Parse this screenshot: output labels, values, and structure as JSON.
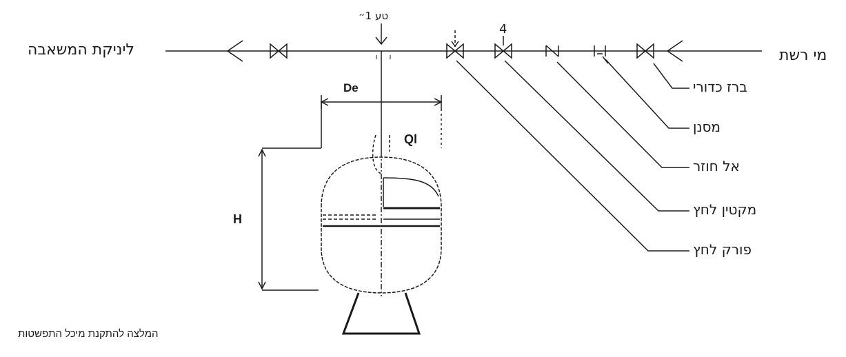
{
  "labels": {
    "mains_water": "מי רשת",
    "to_pump_suction": "ליניקת המשאבה",
    "tap_1inch": "טע 1״",
    "num_4": "4",
    "dim_de": "De",
    "dim_q1": "Ql",
    "dim_h": "H"
  },
  "legend": {
    "corner_valve": "ברז כדורי",
    "strainer": "מסנן",
    "check_valve": "אל חוזר",
    "pressure_reducer": "מקטין לחץ",
    "pressure_relief": "פורק לחץ"
  },
  "caption": "המלצה להתקנת מיכל התפשטות",
  "colors": {
    "ink": "#1a1a1a",
    "paper": "#ffffff"
  },
  "icons": [
    "valve-icon",
    "strainer-icon",
    "check-valve-icon",
    "arrow-left-icon",
    "tap-arrow-down-icon"
  ]
}
